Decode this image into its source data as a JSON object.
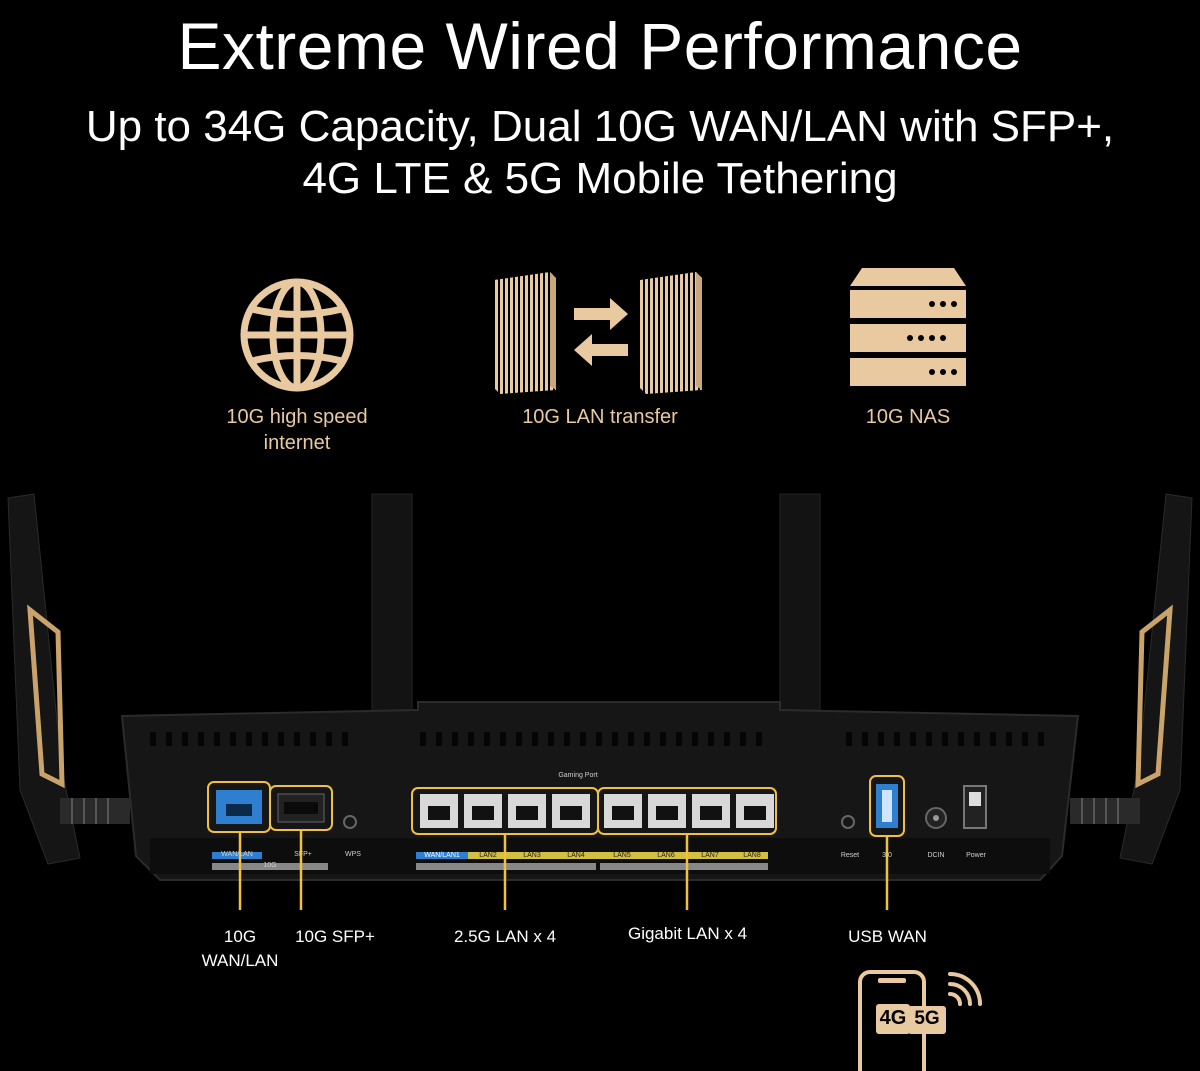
{
  "title": "Extreme Wired Performance",
  "subtitle_line1": "Up to 34G Capacity, Dual 10G WAN/LAN with SFP+,",
  "subtitle_line2": "4G LTE & 5G Mobile Tethering",
  "features": [
    {
      "icon": "globe-icon",
      "label_line1": "10G high speed",
      "label_line2": "internet"
    },
    {
      "icon": "server-transfer-icon",
      "label_line1": "10G LAN transfer",
      "label_line2": ""
    },
    {
      "icon": "nas-icon",
      "label_line1": "10G NAS",
      "label_line2": ""
    }
  ],
  "ports": {
    "wan_lan_line1": "10G",
    "wan_lan_line2": "WAN/LAN",
    "sfp": "10G SFP+",
    "lan_25g": "2.5G LAN x 4",
    "gigabit_lan": "Gigabit LAN x 4",
    "usb_wan": "USB WAN"
  },
  "silkscreen": {
    "wan_lan": "WAN/LAN",
    "sfp": "SFP+",
    "wps": "WPS",
    "tengig": "10G",
    "gaming_port": "Gaming Port",
    "lan1": "WAN/LAN1",
    "lan2": "LAN2",
    "lan3": "LAN3",
    "lan4": "LAN4",
    "lan5": "LAN5",
    "lan6": "LAN6",
    "lan7": "LAN7",
    "lan8": "LAN8",
    "reset": "Reset",
    "usb": "3.0",
    "dcin": "DCIN",
    "power": "Power"
  },
  "badge": {
    "g4": "4G",
    "g5": "5G"
  },
  "colors": {
    "background": "#000000",
    "gold": "#e8c9a0",
    "glow": "#f0c040",
    "wan_blue": "#2f7fd0"
  }
}
